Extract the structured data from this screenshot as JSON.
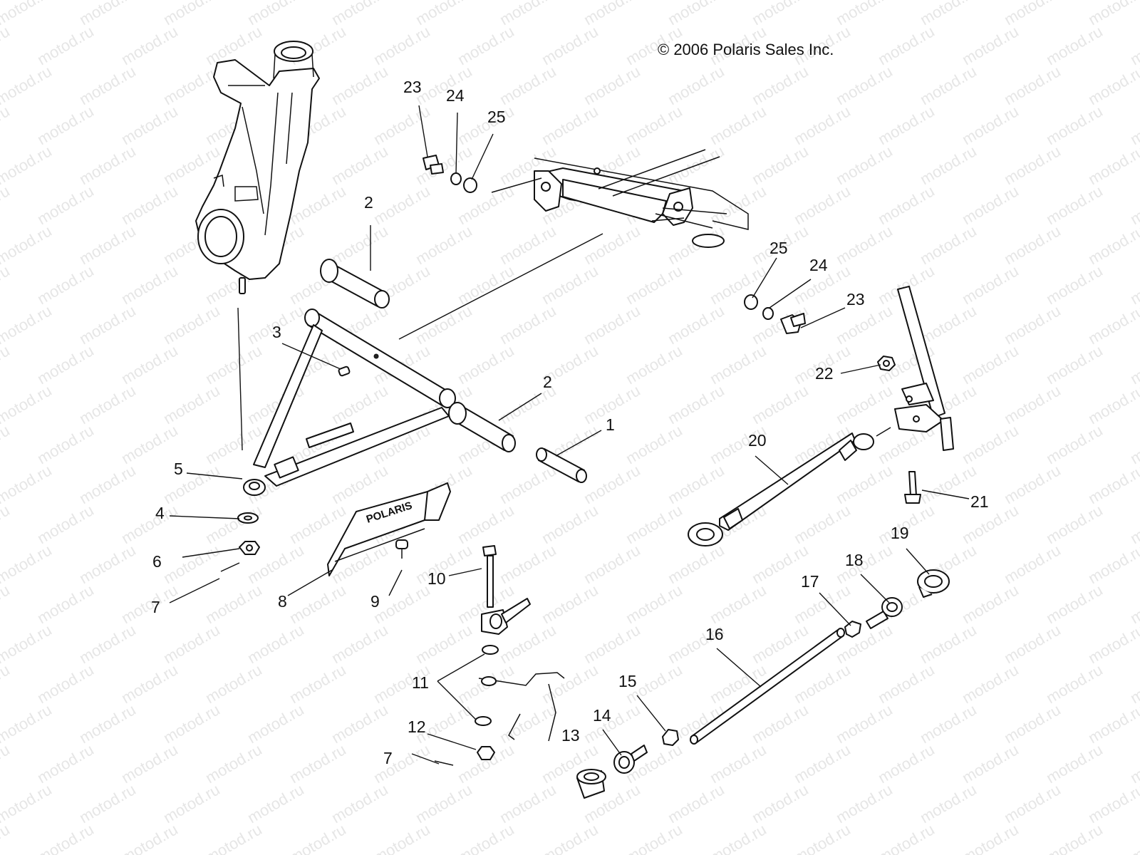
{
  "copyright": "© 2006 Polaris Sales Inc.",
  "watermark": "motod.ru",
  "brand_logo_text": "POLARIS",
  "callouts": [
    {
      "id": "c1",
      "label": "1"
    },
    {
      "id": "c2a",
      "label": "2"
    },
    {
      "id": "c2b",
      "label": "2"
    },
    {
      "id": "c3",
      "label": "3"
    },
    {
      "id": "c4",
      "label": "4"
    },
    {
      "id": "c5",
      "label": "5"
    },
    {
      "id": "c6",
      "label": "6"
    },
    {
      "id": "c7a",
      "label": "7"
    },
    {
      "id": "c7b",
      "label": "7"
    },
    {
      "id": "c8",
      "label": "8"
    },
    {
      "id": "c9",
      "label": "9"
    },
    {
      "id": "c10",
      "label": "10"
    },
    {
      "id": "c11",
      "label": "11"
    },
    {
      "id": "c12",
      "label": "12"
    },
    {
      "id": "c13",
      "label": "13"
    },
    {
      "id": "c14",
      "label": "14"
    },
    {
      "id": "c15",
      "label": "15"
    },
    {
      "id": "c16",
      "label": "16"
    },
    {
      "id": "c17",
      "label": "17"
    },
    {
      "id": "c18",
      "label": "18"
    },
    {
      "id": "c19",
      "label": "19"
    },
    {
      "id": "c20",
      "label": "20"
    },
    {
      "id": "c21",
      "label": "21"
    },
    {
      "id": "c22",
      "label": "22"
    },
    {
      "id": "c23a",
      "label": "23"
    },
    {
      "id": "c23b",
      "label": "23"
    },
    {
      "id": "c24a",
      "label": "24"
    },
    {
      "id": "c24b",
      "label": "24"
    },
    {
      "id": "c25a",
      "label": "25"
    },
    {
      "id": "c25b",
      "label": "25"
    }
  ],
  "colors": {
    "line": "#111111",
    "watermark": "#e6e6e6",
    "background": "#ffffff"
  }
}
